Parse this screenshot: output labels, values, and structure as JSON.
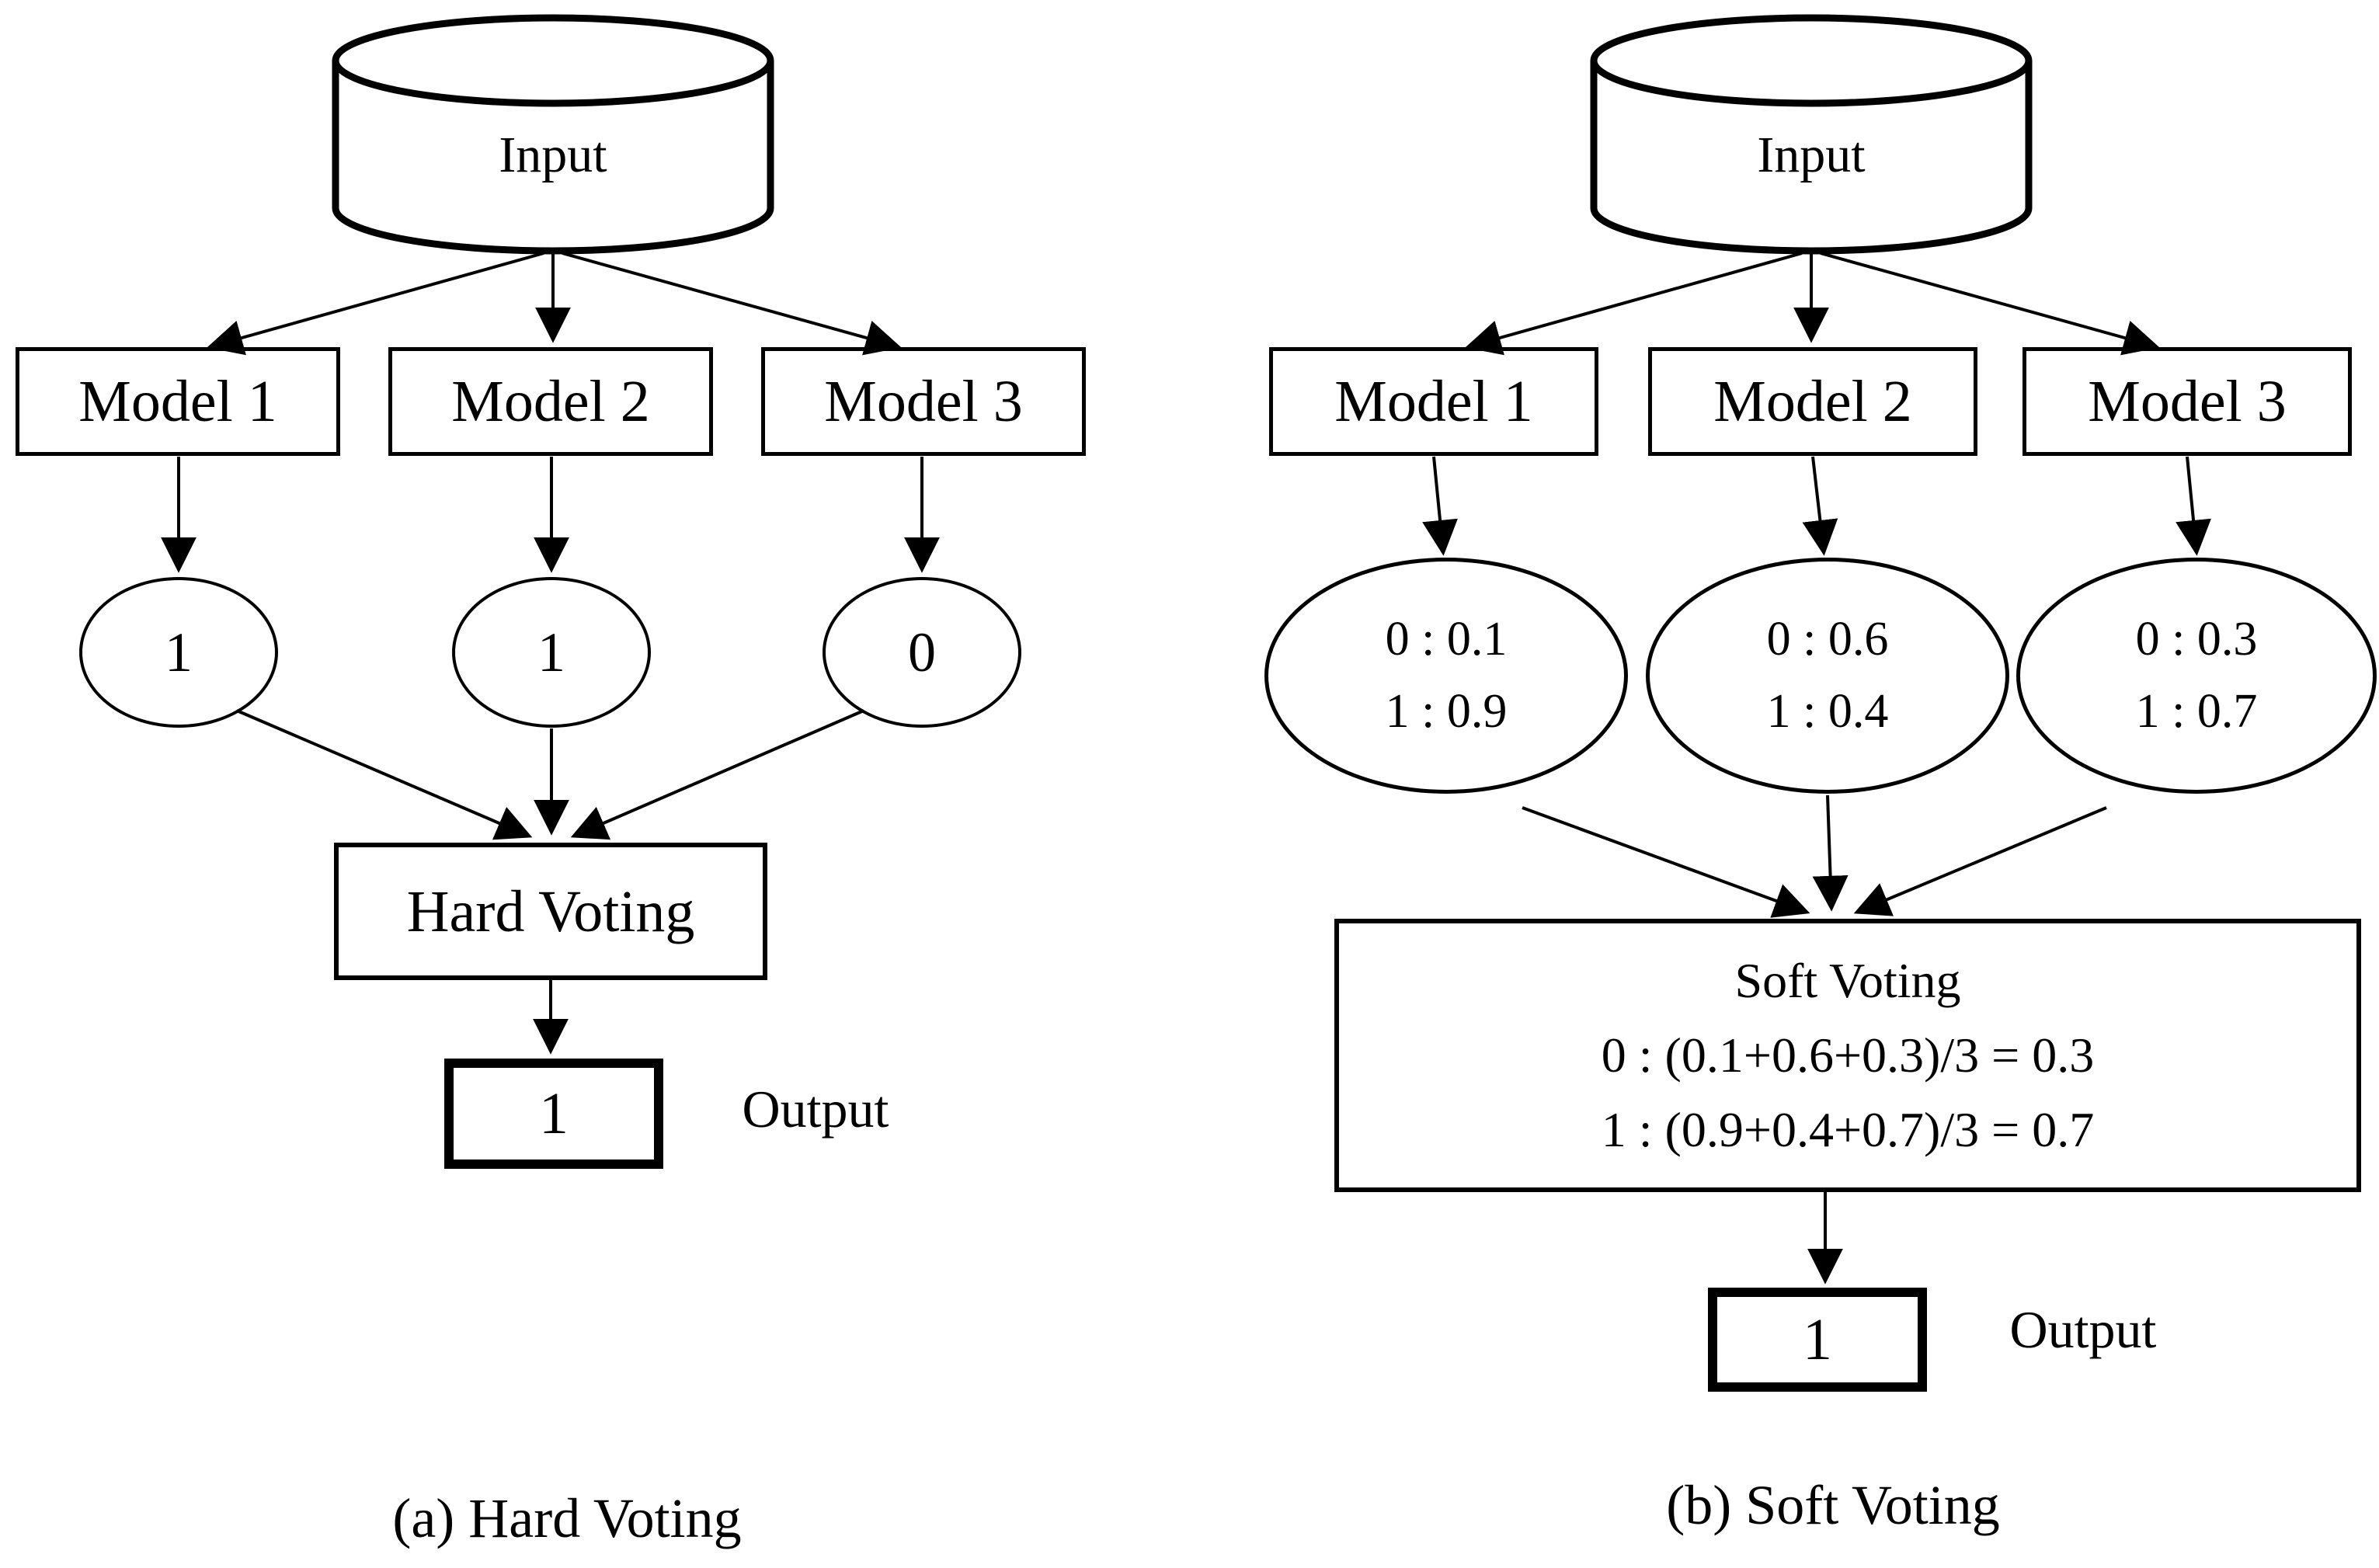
{
  "panels": [
    {
      "caption": "(a) Hard Voting",
      "input_label": "Input",
      "models": [
        "Model 1",
        "Model 2",
        "Model 3"
      ],
      "predictions": [
        "1",
        "1",
        "0"
      ],
      "voting_label": "Hard Voting",
      "output_value": "1",
      "output_label": "Output"
    },
    {
      "caption": "(b) Soft Voting",
      "input_label": "Input",
      "models": [
        "Model 1",
        "Model 2",
        "Model 3"
      ],
      "predictions": [
        {
          "line1": "0 : 0.1",
          "line2": "1 : 0.9"
        },
        {
          "line1": "0 : 0.6",
          "line2": "1 : 0.4"
        },
        {
          "line1": "0 : 0.3",
          "line2": "1 : 0.7"
        }
      ],
      "voting_label": "Soft Voting",
      "voting_lines": [
        "0 : (0.1+0.6+0.3)/3 = 0.3",
        "1 : (0.9+0.4+0.7)/3 = 0.7"
      ],
      "output_value": "1",
      "output_label": "Output"
    }
  ],
  "colors": {
    "stroke": "#000000",
    "background": "#ffffff"
  }
}
